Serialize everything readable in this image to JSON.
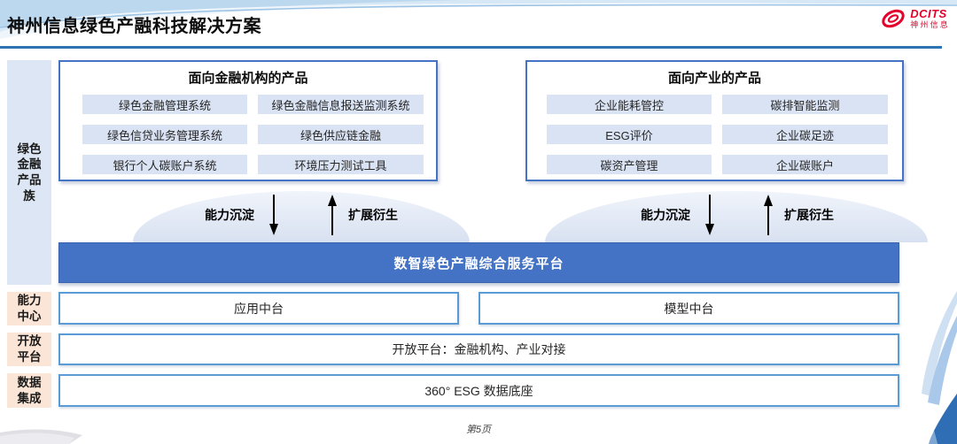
{
  "header": {
    "title": "神州信息绿色产融科技解决方案",
    "logo": {
      "name": "DCITS",
      "name_cn": "神州信息"
    }
  },
  "sidebar": {
    "product_family": "绿色金融产品族",
    "capability_center": "能力中心",
    "open_platform": "开放平台",
    "data_integration": "数据集成"
  },
  "finance_products": {
    "title": "面向金融机构的产品",
    "items": [
      "绿色金融管理系统",
      "绿色金融信息报送监测系统",
      "绿色信贷业务管理系统",
      "绿色供应链金融",
      "银行个人碳账户系统",
      "环境压力测试工具"
    ]
  },
  "industry_products": {
    "title": "面向产业的产品",
    "items": [
      "企业能耗管控",
      "碳排智能监测",
      "ESG评价",
      "企业碳足迹",
      "碳资产管理",
      "企业碳账户"
    ]
  },
  "flow_labels": {
    "down": "能力沉淀",
    "up": "扩展衍生"
  },
  "platform_bar": "数智绿色产融综合服务平台",
  "middle_layer": {
    "left": "应用中台",
    "right": "模型中台"
  },
  "open_platform_row": "开放平台：金融机构、产业对接",
  "data_row": "360° ESG 数据底座",
  "footer": "第5页",
  "colors": {
    "platform_blue": "#4472c4",
    "pill_blue": "#dae3f3",
    "sidebar_blue": "#dce6f4",
    "sidebar_peach": "#fbe5d6",
    "row_border_blue": "#5b9bd5",
    "header_rule_blue": "#2e74b5",
    "logo_red": "#e4002b"
  }
}
